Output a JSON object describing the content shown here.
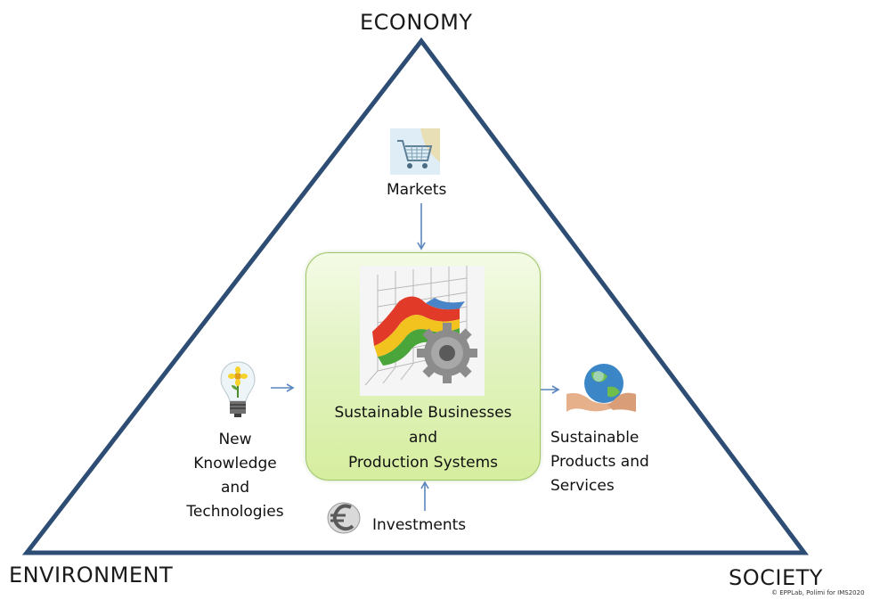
{
  "corners": {
    "top": "ECONOMY",
    "bottom_left": "ENVIRONMENT",
    "bottom_right": "SOCIETY"
  },
  "markets": {
    "label": "Markets",
    "icon": "shopping-cart-icon"
  },
  "center": {
    "line1": "Sustainable Businesses",
    "line2": "and",
    "line3": "Production Systems",
    "icon": "chart-gear-icon"
  },
  "knowledge": {
    "line1": "New",
    "line2": "Knowledge",
    "line3": "and",
    "line4": "Technologies",
    "icon": "lightbulb-icon"
  },
  "products": {
    "line1": "Sustainable",
    "line2": "Products and",
    "line3": "Services",
    "icon": "globe-hands-icon"
  },
  "investments": {
    "label": "Investments",
    "icon": "euro-icon"
  },
  "copyright": "© EPPLab, Polimi for IMS2020",
  "colors": {
    "triangle": "#2e4d74",
    "arrow": "#5b86be",
    "box_border": "#9fc56a"
  }
}
